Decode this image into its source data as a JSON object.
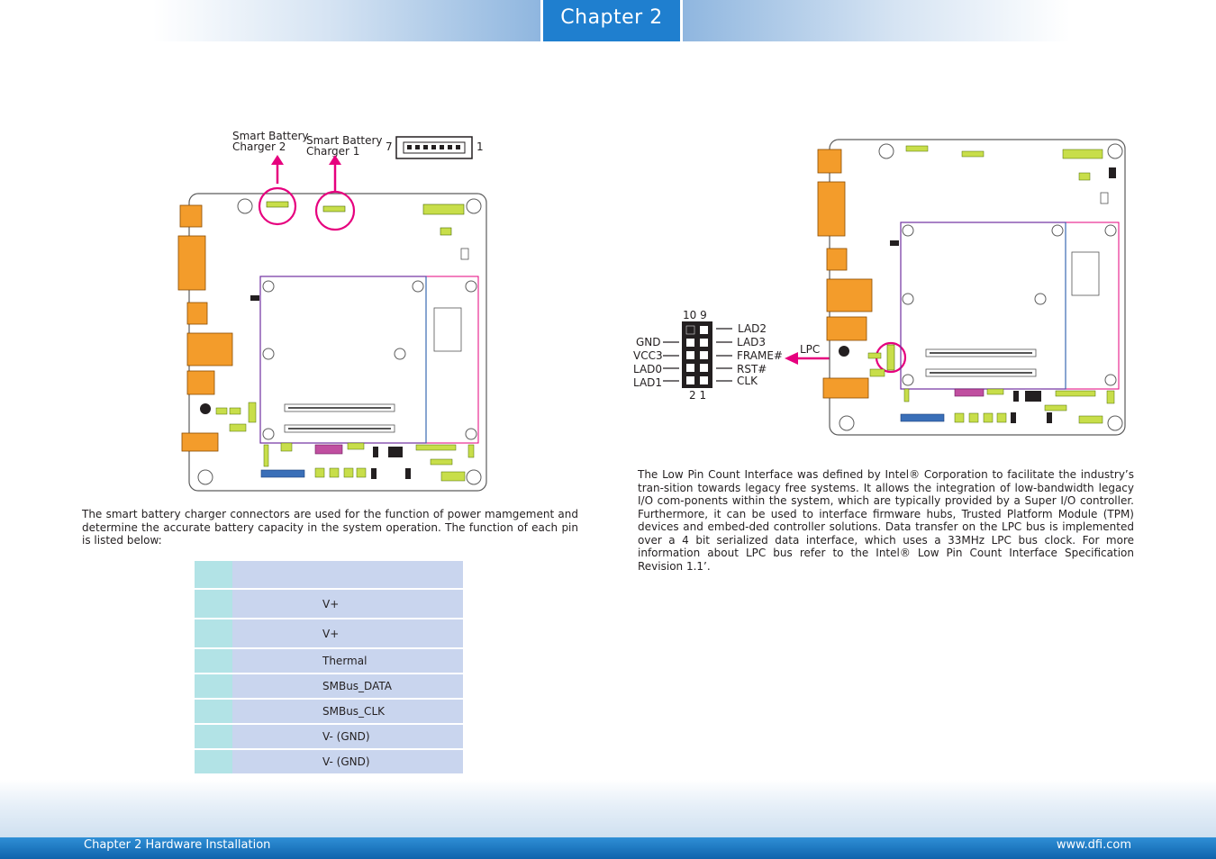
{
  "header": {
    "chapter_tab": "Chapter 2"
  },
  "footer": {
    "left": "Chapter 2 Hardware Installation",
    "right": "www.dfi.com"
  },
  "battery": {
    "label_charger2": [
      "Smart Battery",
      "Charger 2"
    ],
    "label_charger1": [
      "Smart Battery",
      "Charger 1"
    ],
    "pin_left": "7",
    "pin_right": "1",
    "description": "The smart battery charger connectors are used for the function of power mamgement and determine the accurate battery capacity in the system operation. The function of each pin is listed below:",
    "table": {
      "header": [
        "",
        ""
      ],
      "rows": [
        {
          "pin": "",
          "function": "V+"
        },
        {
          "pin": "",
          "function": "V+"
        },
        {
          "pin": "",
          "function": "Thermal"
        },
        {
          "pin": "",
          "function": "SMBus_DATA"
        },
        {
          "pin": "",
          "function": "SMBus_CLK"
        },
        {
          "pin": "",
          "function": "V- (GND)"
        },
        {
          "pin": "",
          "function": "V- (GND)"
        }
      ]
    }
  },
  "lpc": {
    "pin_top": "10  9",
    "pin_bottom": "2  1",
    "left_signals": [
      "GND",
      "VCC3",
      "LAD0",
      "LAD1"
    ],
    "right_signals": [
      "LAD2",
      "LAD3",
      "FRAME#",
      "RST#",
      "CLK"
    ],
    "connector_label": "LPC",
    "description": "The Low Pin Count Interface was defined by Intel® Corporation to facilitate the industry’s tran-sition towards legacy free systems. It allows the integration of low-bandwidth legacy I/O com-ponents within the system, which are typically provided by a Super I/O controller. Furthermore, it can be used to interface firmware hubs, Trusted Platform Module (TPM) devices and embed-ded controller solutions. Data transfer on the LPC bus is implemented over a 4 bit serialized data interface, which uses a 33MHz  LPC bus clock. For more information about LPC bus refer to the Intel® Low Pin Count  Interface Specification Revision 1.1’."
  },
  "colors": {
    "accent_blue": "#1f7fcf",
    "highlight_magenta": "#e6007e",
    "table_pin_cell": "#b2e3e6",
    "table_function_cell": "#c9d5ee",
    "connector_orange": "#f39c2b",
    "header_green": "#c8de4a"
  }
}
